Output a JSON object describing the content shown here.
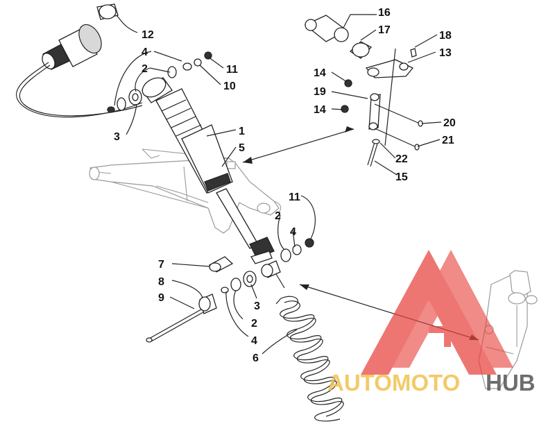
{
  "callouts": {
    "c1": "1",
    "c2a": "2",
    "c2b": "2",
    "c2c": "2",
    "c3a": "3",
    "c3b": "3",
    "c4a": "4",
    "c4b": "4",
    "c4c": "4",
    "c5": "5",
    "c6": "6",
    "c7": "7",
    "c8": "8",
    "c9": "9",
    "c10": "10",
    "c11a": "11",
    "c11b": "11",
    "c12": "12",
    "c13": "13",
    "c14a": "14",
    "c14b": "14",
    "c15": "15",
    "c16": "16",
    "c17": "17",
    "c18": "18",
    "c19": "19",
    "c20": "20",
    "c21": "21",
    "c22": "22"
  },
  "watermark": {
    "word_a": "AUTOMOTO",
    "word_b": "HUB",
    "color_a": "#f2c14e",
    "color_b": "#555555",
    "logo_color": "#e8423c"
  }
}
